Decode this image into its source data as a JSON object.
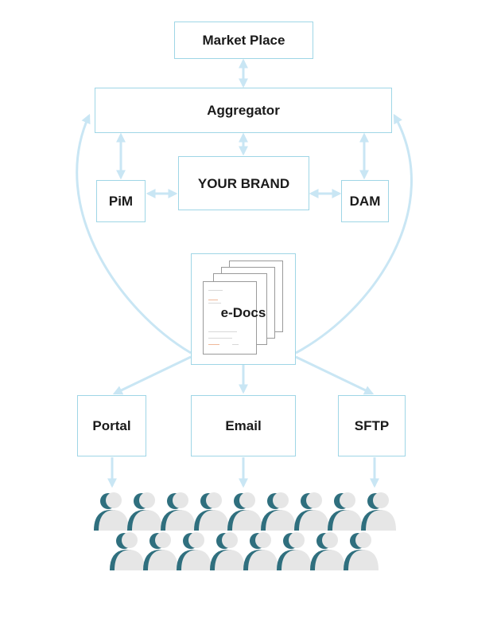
{
  "nodes": {
    "market_place": "Market Place",
    "aggregator": "Aggregator",
    "your_brand": "YOUR BRAND",
    "pim": "PiM",
    "dam": "DAM",
    "edocs": "e-Docs",
    "portal": "Portal",
    "email": "Email",
    "sftp": "SFTP"
  },
  "colors": {
    "border": "#9fd6e6",
    "connector": "#c9e6f4",
    "person_body": "#e6e6e6",
    "person_shadow": "#2f6f7e"
  },
  "recipients": {
    "row1_count": 9,
    "row2_count": 8
  }
}
